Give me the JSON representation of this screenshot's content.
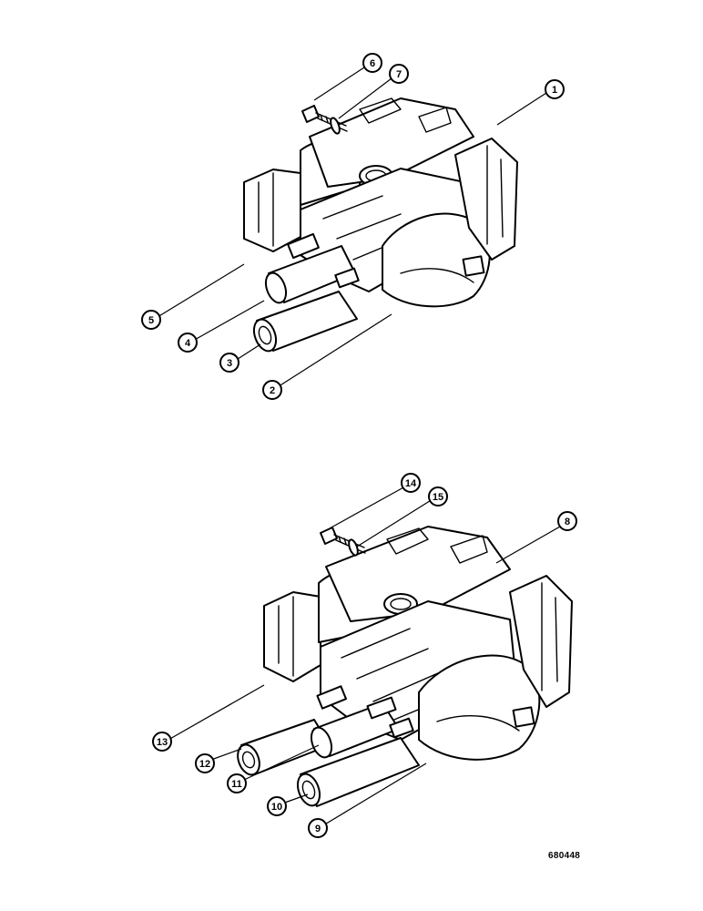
{
  "figure_code": "680448",
  "callouts_top": [
    "1",
    "2",
    "3",
    "4",
    "5",
    "6",
    "7"
  ],
  "callouts_bottom": [
    "8",
    "9",
    "10",
    "11",
    "12",
    "13",
    "14",
    "15"
  ],
  "colors": {
    "ink": "#000000",
    "paper": "#ffffff"
  }
}
